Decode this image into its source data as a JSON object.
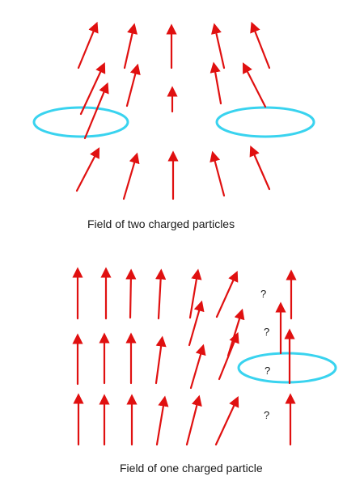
{
  "diagrams": [
    {
      "caption": "Field of two charged particles"
    },
    {
      "caption": "Field of one charged particle",
      "unknown_marker": "?"
    }
  ],
  "colors": {
    "field_arrow": "#e01010",
    "particle_ring": "#39d3ef",
    "text": "#1a1a1a",
    "background": "#ffffff"
  },
  "icons": {
    "arrow": "field-arrow",
    "particle": "charged-particle-ring",
    "unknown": "question-mark"
  }
}
